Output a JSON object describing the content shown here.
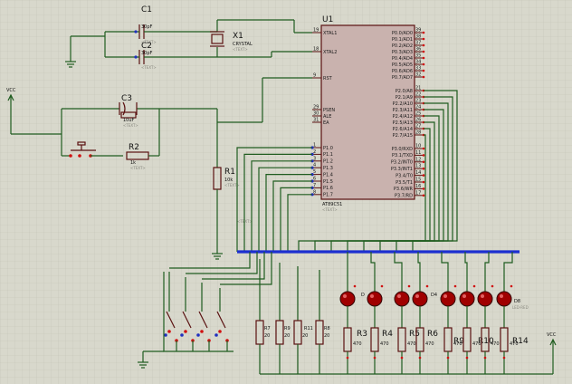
{
  "colors": {
    "background": "#d8d8cc",
    "grid": "#c4c4b6",
    "wire": "#1f5c1f",
    "component": "#5a1010",
    "chip_fill": "#c9b2ae",
    "bus": "#1c2fd0",
    "led": "#a00000",
    "pin_red": "#d01010",
    "pin_blue": "#2030c0"
  },
  "labels": {
    "u1": "U1",
    "c1": "C1",
    "c2": "C2",
    "c3": "C3",
    "c1_val": "30pF",
    "c2_val": "30pF",
    "c3_val": "10uF",
    "x1": "X1",
    "x1_val": "CRYSTAL",
    "r1": "R1",
    "r1_val": "10k",
    "r2": "R2",
    "r2_val": "1k",
    "r3": "R3",
    "r4": "R4",
    "r5": "R5",
    "r6": "R6",
    "r8": "R8",
    "r9": "R9",
    "r10": "R10",
    "r11": "R11",
    "r14": "R14",
    "r_led_val": "470",
    "r_sw_val": "20",
    "r7": "R7",
    "d1": "D",
    "d4": "D4",
    "d8": "D8",
    "d8_val": "LED-RED",
    "vcc": "VCC",
    "vcc2": "VCC",
    "chip_name": "AT89C51",
    "text_placeholder": "<TEXT>"
  },
  "chip": {
    "left_top": [
      {
        "num": "19",
        "name": "XTAL1"
      },
      {
        "num": "18",
        "name": "XTAL2"
      },
      {
        "num": "9",
        "name": "RST"
      }
    ],
    "left_mid": [
      {
        "num": "29",
        "name": "PSEN"
      },
      {
        "num": "30",
        "name": "ALE"
      },
      {
        "num": "31",
        "name": "EA"
      }
    ],
    "left_p1": [
      {
        "num": "1",
        "name": "P1.0"
      },
      {
        "num": "2",
        "name": "P1.1"
      },
      {
        "num": "3",
        "name": "P1.2"
      },
      {
        "num": "4",
        "name": "P1.3"
      },
      {
        "num": "5",
        "name": "P1.4"
      },
      {
        "num": "6",
        "name": "P1.5"
      },
      {
        "num": "7",
        "name": "P1.6"
      },
      {
        "num": "8",
        "name": "P1.7"
      }
    ],
    "right_p0": [
      {
        "num": "39",
        "name": "P0.0/AD0"
      },
      {
        "num": "38",
        "name": "P0.1/AD1"
      },
      {
        "num": "37",
        "name": "P0.2/AD2"
      },
      {
        "num": "36",
        "name": "P0.3/AD3"
      },
      {
        "num": "35",
        "name": "P0.4/AD4"
      },
      {
        "num": "34",
        "name": "P0.5/AD5"
      },
      {
        "num": "33",
        "name": "P0.6/AD6"
      },
      {
        "num": "32",
        "name": "P0.7/AD7"
      }
    ],
    "right_p2": [
      {
        "num": "21",
        "name": "P2.0/A8"
      },
      {
        "num": "22",
        "name": "P2.1/A9"
      },
      {
        "num": "23",
        "name": "P2.2/A10"
      },
      {
        "num": "24",
        "name": "P2.3/A11"
      },
      {
        "num": "25",
        "name": "P2.4/A12"
      },
      {
        "num": "26",
        "name": "P2.5/A13"
      },
      {
        "num": "27",
        "name": "P2.6/A14"
      },
      {
        "num": "28",
        "name": "P2.7/A15"
      }
    ],
    "right_p3": [
      {
        "num": "10",
        "name": "P3.0/RXD"
      },
      {
        "num": "11",
        "name": "P3.1/TXD"
      },
      {
        "num": "12",
        "name": "P3.2/INT0"
      },
      {
        "num": "13",
        "name": "P3.3/INT1"
      },
      {
        "num": "14",
        "name": "P3.4/T0"
      },
      {
        "num": "15",
        "name": "P3.5/T1"
      },
      {
        "num": "16",
        "name": "P3.6/WR"
      },
      {
        "num": "17",
        "name": "P3.7/RD"
      }
    ]
  }
}
